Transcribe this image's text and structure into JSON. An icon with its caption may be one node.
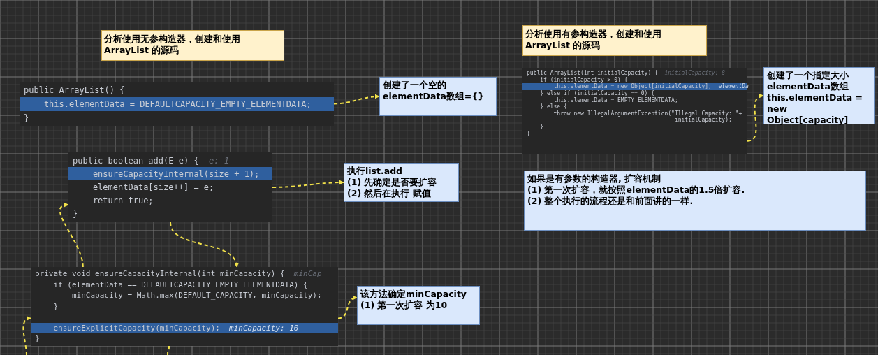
{
  "diagram": {
    "nodes": [
      {
        "text": [
          "分析使用无参构造器，创建和使用 ArrayList 的源码"
        ]
      },
      {
        "text": [
          "public ArrayList() {",
          "this.elementData = DEFAULTCAPACITY_EMPTY_ELEMENTDATA;",
          "}"
        ]
      },
      {
        "text": [
          "创建了一个空的elementData数组={}"
        ]
      },
      {
        "text": [
          "public boolean add(E e) {",
          "e: 1",
          "ensureCapacityInternal(size + 1);",
          "elementData[size++] = e;",
          "return true;",
          "}"
        ]
      },
      {
        "text": [
          "执行list.add",
          "(1) 先确定是否要扩容",
          "(2) 然后在执行 赋值"
        ]
      },
      {
        "text": [
          "private void ensureCapacityInternal(int minCapacity) {",
          "minCap",
          "if (elementData == DEFAULTCAPACITY_EMPTY_ELEMENTDATA) {",
          "minCapacity = Math.max(DEFAULT_CAPACITY, minCapacity);",
          "}",
          "ensureExplicitCapacity(minCapacity);",
          "minCapacity: 10",
          "}"
        ]
      },
      {
        "text": [
          "该方法确定minCapacity",
          "(1) 第一次扩容 为10"
        ]
      },
      {
        "text": [
          "分析使用有参构造器，创建和使用 ArrayList 的源码"
        ]
      },
      {
        "text": [
          "public ArrayList(int initialCapacity) {",
          "initialCapacity: 8",
          "if (initialCapacity > 0) {",
          "this.elementData = new Object[initialCapacity];",
          "elementDa",
          "} else if (initialCapacity == 0) {",
          "this.elementData = EMPTY_ELEMENTDATA;",
          "} else {",
          "throw new IllegalArgumentException(\"Illegal Capacity: \"+",
          "initialCapacity);",
          "}",
          "}"
        ]
      },
      {
        "text": [
          "创建了一个指定大小elementData数组",
          "this.elementData = new Object[capacity]"
        ]
      },
      {
        "text": [
          "如果是有参数的构造器, 扩容机制",
          "(1) 第一次扩容，就按照elementData的1.5倍扩容.",
          "(2) 整个执行的流程还是和前面讲的一样."
        ]
      }
    ],
    "edges": [
      {
        "from": 1,
        "to": 2,
        "arrow": "to",
        "style": "dashed"
      },
      {
        "from": 3,
        "to": 4,
        "arrow": "to",
        "style": "dashed"
      },
      {
        "from": 8,
        "to": 9,
        "arrow": "to",
        "style": "dashed"
      },
      {
        "from": 5,
        "to": 6,
        "arrow": "to",
        "style": "dashed"
      },
      {
        "from": 3,
        "to": 5,
        "arrow": "to",
        "style": "dashed"
      },
      {
        "from": 5,
        "to": 3,
        "arrow": "to",
        "style": "dashed"
      },
      {
        "from": null,
        "to": 5,
        "arrow": "to",
        "style": "dashed"
      },
      {
        "from": 5,
        "to": null,
        "arrow": "none",
        "style": "dashed"
      }
    ]
  }
}
